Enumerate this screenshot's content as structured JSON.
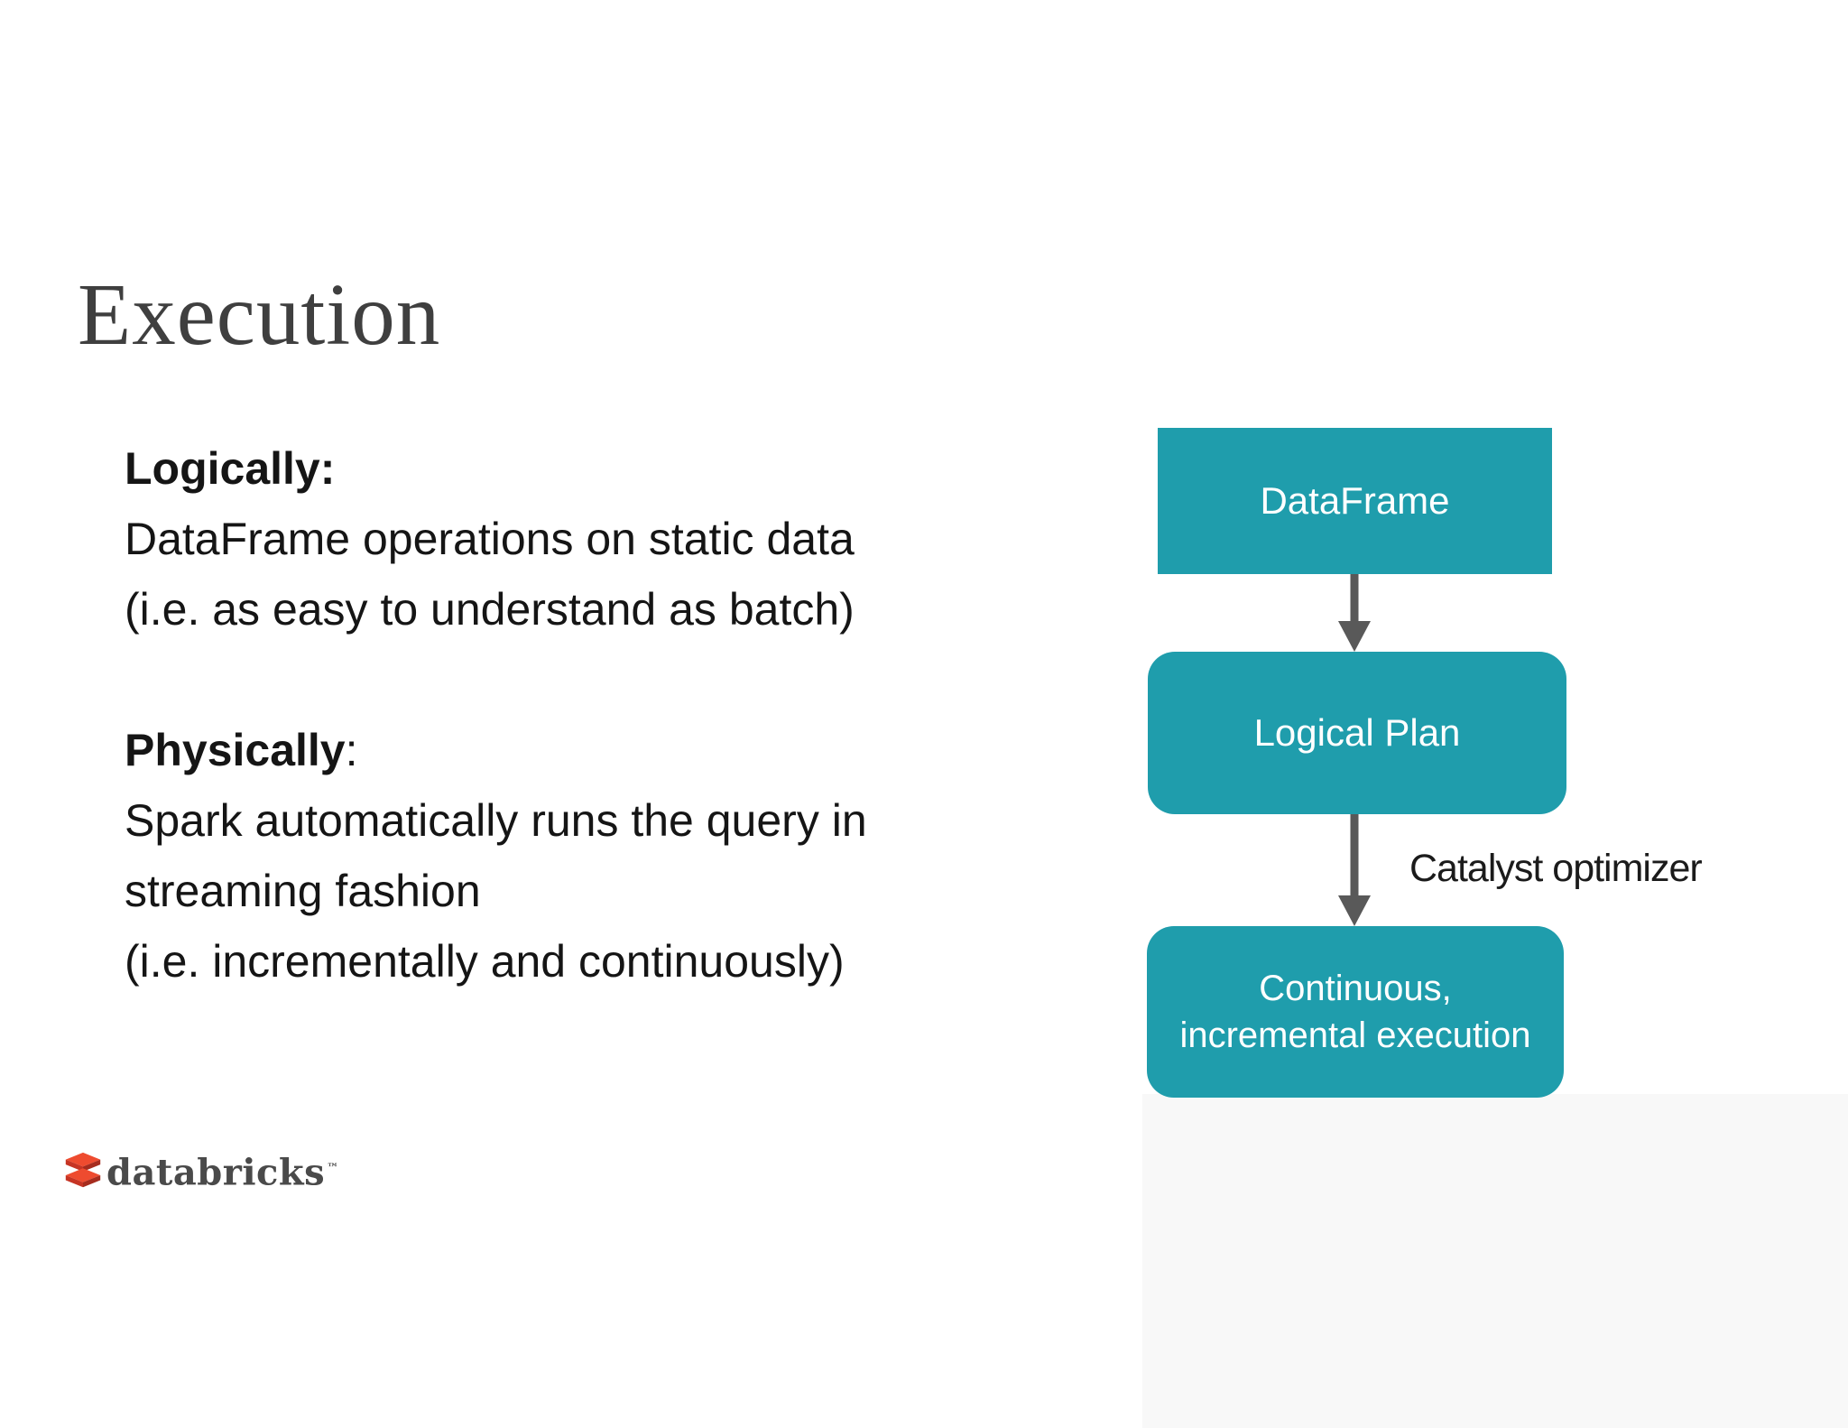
{
  "title": "Execution",
  "content": {
    "logically": {
      "heading": "Logically:",
      "line1": "DataFrame operations on static data",
      "line2": "(i.e. as easy to understand as batch)"
    },
    "physically": {
      "heading": "Physically",
      "colon": ":",
      "line1": "Spark automatically runs the query in",
      "line2": "streaming fashion",
      "line3": "(i.e. incrementally and continuously)"
    }
  },
  "diagram": {
    "node1_label": "DataFrame",
    "node2_label": "Logical Plan",
    "node3_line1": "Continuous,",
    "node3_line2": "incremental execution",
    "edge2_label": "Catalyst optimizer",
    "colors": {
      "node_fill": "#1F9DAC",
      "node_text": "#FFFFFF",
      "arrow": "#595959"
    }
  },
  "footer": {
    "brand": "databricks",
    "trademark": "™",
    "brand_red_top": "#EE4B2F",
    "brand_red_side": "#B5301E"
  },
  "title_color": "#3F3F3F"
}
